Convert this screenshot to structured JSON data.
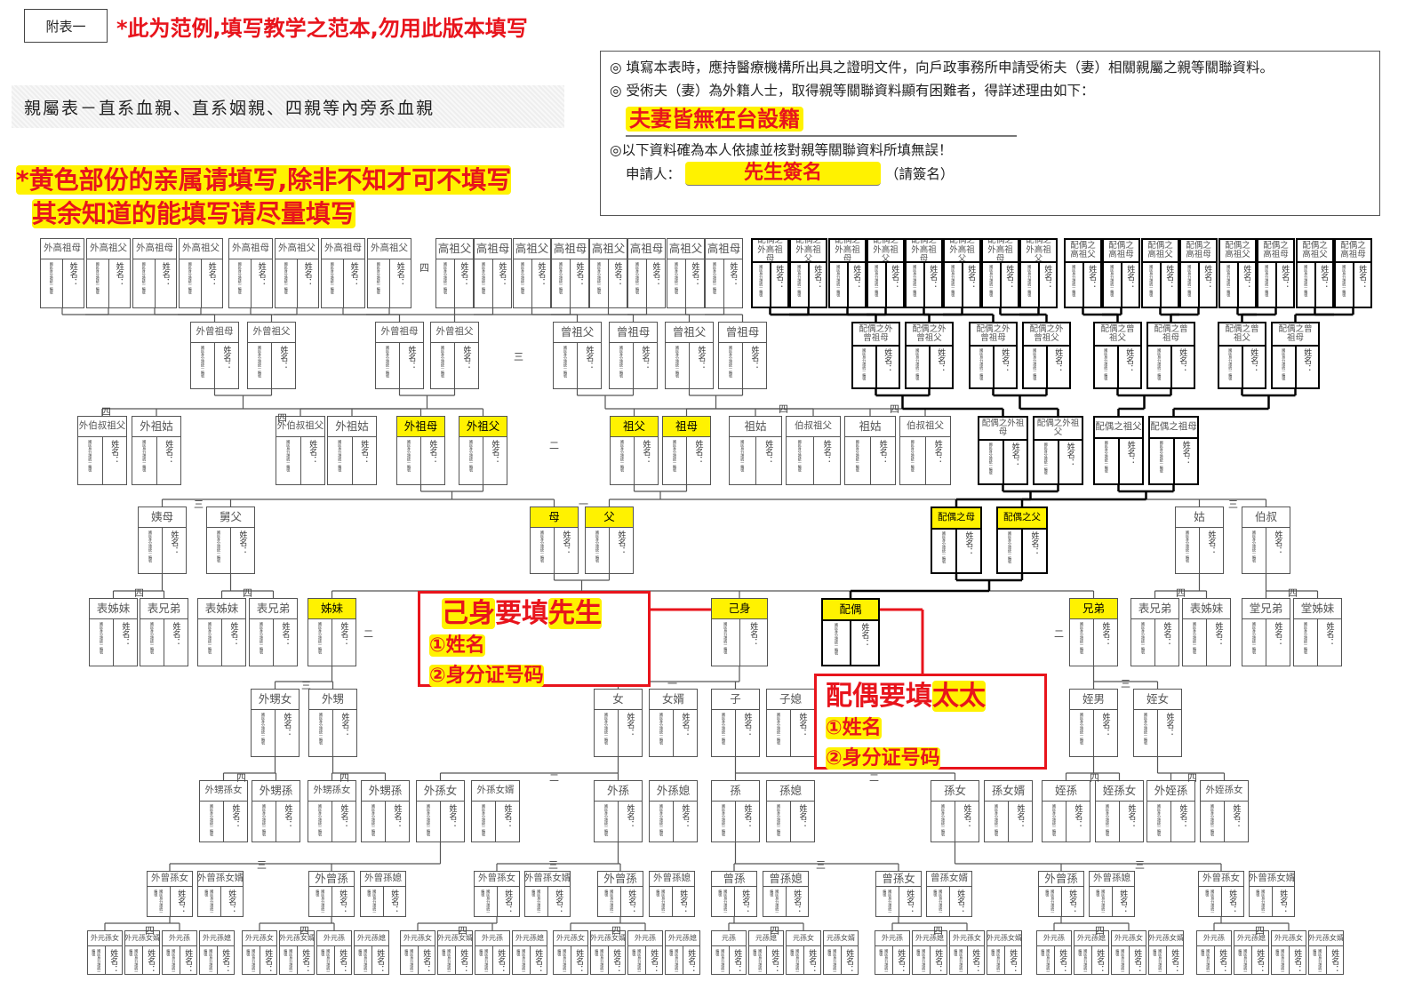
{
  "header": {
    "form_tag": "附表一",
    "warning": "*此为范例,填写教学之范本,勿用此版本填写",
    "table_title": "親屬表－直系血親、直系姻親、四親等內旁系血親",
    "yellow_note_line1": "*黄色部份的亲属请填写,除非不知才可不填写",
    "yellow_note_line2": "其余知道的能填写请尽量填写"
  },
  "notice": {
    "line1": "◎ 填寫本表時，應持醫療機構所出具之證明文件，向戶政事務所申請受術夫（妻）相關親屬之親等關聯資料。",
    "line2": "◎ 受術夫（妻）為外籍人士，取得親等關聯資料顯有困難者，得詳述理由如下：",
    "reason_value": "夫妻皆無在台設籍",
    "line3": "◎以下資料確為本人依據並核對親等關聯資料所填無誤！",
    "applicant_label": "申請人：",
    "applicant_value": "先生簽名",
    "sign_hint": "（請簽名）"
  },
  "field_labels": {
    "id_number": "國民身分證統一編號",
    "name": "姓名："
  },
  "highlighted": [
    "外祖母",
    "外祖父",
    "祖父",
    "祖母",
    "母",
    "父",
    "配偶之母",
    "配偶之父",
    "姊妹",
    "己身",
    "配偶",
    "兄弟"
  ],
  "rows": [
    [
      "外高祖母",
      "外高祖父",
      "外高祖母",
      "外高祖父",
      "外高祖母",
      "外高祖父",
      "外高祖母",
      "外高祖父",
      "高祖父",
      "高祖母",
      "高祖父",
      "高祖母",
      "高祖父",
      "高祖母",
      "高祖父",
      "高祖母",
      "配偶之外高祖母",
      "配偶之外高祖父",
      "配偶之外高祖母",
      "配偶之外高祖父",
      "配偶之外高祖母",
      "配偶之外高祖父",
      "配偶之外高祖母",
      "配偶之外高祖父",
      "配偶之高祖父",
      "配偶之高祖母",
      "配偶之高祖父",
      "配偶之高祖母",
      "配偶之高祖父",
      "配偶之高祖母",
      "配偶之高祖父",
      "配偶之高祖母"
    ],
    [
      "外曾祖母",
      "外曾祖父",
      "外曾祖母",
      "外曾祖父",
      "曾祖父",
      "曾祖母",
      "曾祖父",
      "曾祖母",
      "配偶之外曾祖母",
      "配偶之外曾祖父",
      "配偶之外曾祖母",
      "配偶之外曾祖父",
      "配偶之曾祖父",
      "配偶之曾祖母",
      "配偶之曾祖父",
      "配偶之曾祖母"
    ],
    [
      "外伯叔祖父",
      "外祖姑",
      "外伯叔祖父",
      "外祖姑",
      "外祖母",
      "外祖父",
      "祖父",
      "祖母",
      "祖姑",
      "伯叔祖父",
      "祖姑",
      "伯叔祖父",
      "配偶之外祖母",
      "配偶之外祖父",
      "配偶之祖父",
      "配偶之祖母"
    ],
    [
      "姨母",
      "舅父",
      "母",
      "父",
      "配偶之母",
      "配偶之父",
      "姑",
      "伯叔"
    ],
    [
      "表姊妹",
      "表兄弟",
      "表姊妹",
      "表兄弟",
      "姊妹",
      "己身",
      "配偶",
      "兄弟",
      "表兄弟",
      "表姊妹",
      "堂兄弟",
      "堂姊妹"
    ],
    [
      "外甥女",
      "外甥",
      "女",
      "女婿",
      "子",
      "子媳",
      "姪男",
      "姪女"
    ],
    [
      "外甥孫女",
      "外甥孫",
      "外甥孫女",
      "外甥孫",
      "外孫女",
      "外孫女婿",
      "外孫",
      "外孫媳",
      "孫",
      "孫媳",
      "孫女",
      "孫女婿",
      "姪孫",
      "姪孫女",
      "外姪孫",
      "外姪孫女"
    ],
    [
      "外曾孫女",
      "外曾孫女婿",
      "外曾孫",
      "外曾孫媳",
      "外曾孫女",
      "外曾孫女婿",
      "外曾孫",
      "外曾孫媳",
      "曾孫",
      "曾孫媳",
      "曾孫女",
      "曾孫女婿",
      "外曾孫",
      "外曾孫媳",
      "外曾孫女",
      "外曾孫女婿"
    ],
    [
      "外元孫女",
      "外元孫女婿",
      "外元孫",
      "外元孫媳",
      "外元孫女",
      "外元孫女婿",
      "外元孫",
      "外元孫媳",
      "外元孫女",
      "外元孫女婿",
      "外元孫",
      "外元孫媳",
      "外元孫女",
      "外元孫女婿",
      "外元孫",
      "外元孫媳",
      "元孫",
      "元孫媳",
      "元孫女",
      "元孫女婿",
      "外元孫",
      "外元孫媳",
      "外元孫女",
      "外元孫女婿",
      "外元孫",
      "外元孫媳",
      "外元孫女",
      "外元孫女婿",
      "外元孫",
      "外元孫媳",
      "外元孫女",
      "外元孫女婿"
    ]
  ],
  "degree_marks": [
    "四",
    "三",
    "四",
    "四",
    "二",
    "四",
    "四",
    "三",
    "一",
    "三",
    "四",
    "四",
    "二",
    "四",
    "四",
    "二",
    "三",
    "一",
    "三",
    "四",
    "四",
    "二",
    "二",
    "四",
    "四",
    "三",
    "三",
    "三",
    "三",
    "四",
    "四",
    "四",
    "四",
    "四",
    "四",
    "四",
    "四"
  ],
  "annotations": {
    "self": {
      "title_a": "己身",
      "title_b": "要填",
      "title_c": "先生",
      "item1": "①姓名",
      "item2": "②身分证号码"
    },
    "spouse": {
      "title_a": "配偶要填",
      "title_b": "太太",
      "item1": "①姓名",
      "item2": "②身分证号码"
    }
  },
  "colors": {
    "highlight": "#fff200",
    "warning_red": "#e8141c"
  }
}
